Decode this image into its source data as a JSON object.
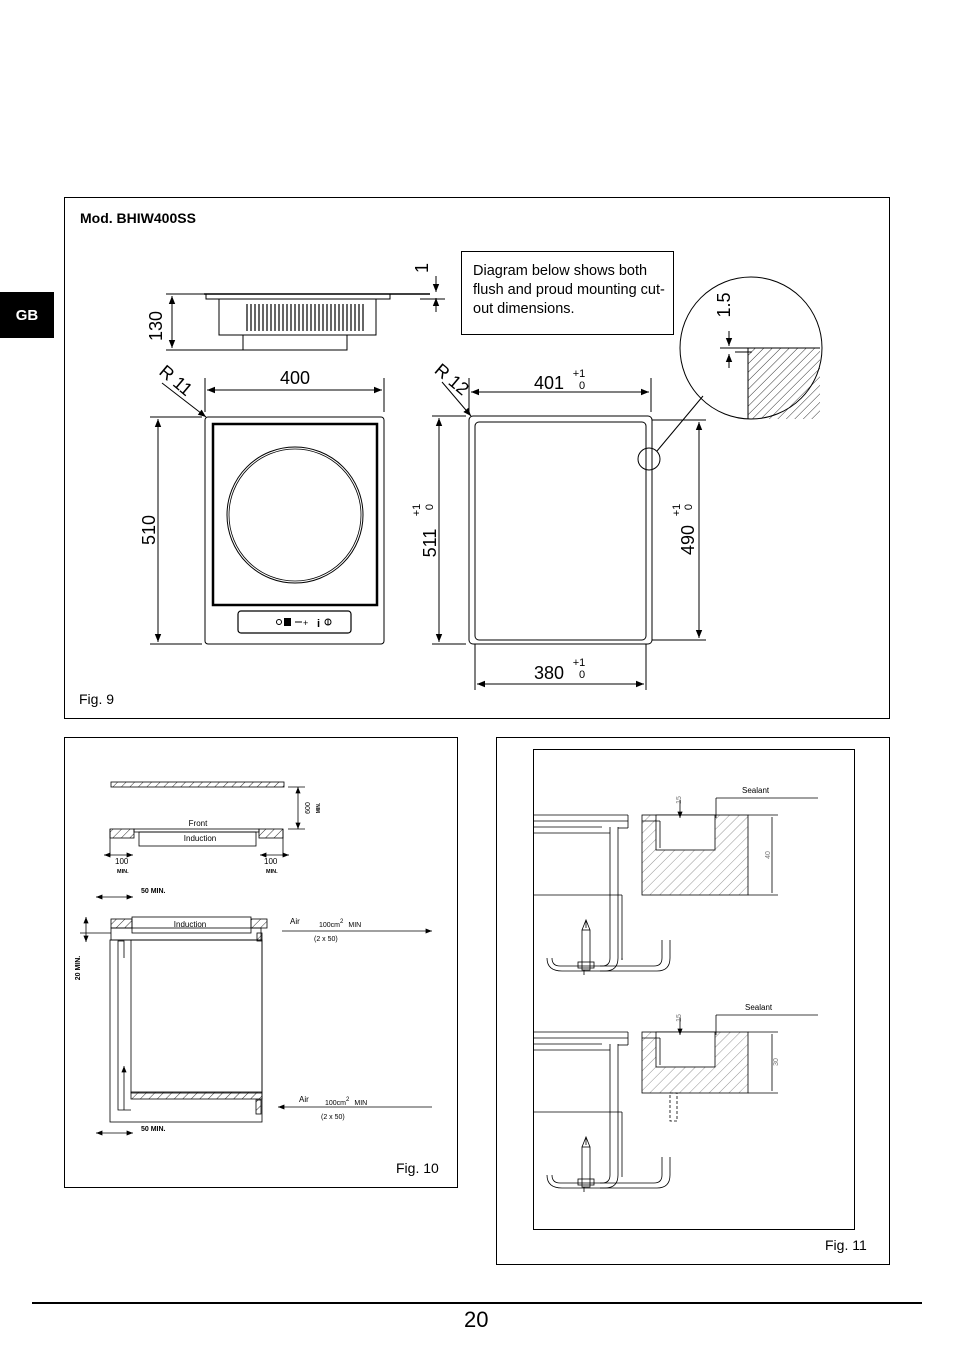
{
  "side_tab": "GB",
  "fig9": {
    "model": "Mod. BHIW400SS",
    "callout": "Diagram below shows both flush and proud mounting cut-out dimensions.",
    "caption": "Fig. 9",
    "dims": {
      "top_thickness": "1",
      "height": "130",
      "width": "400",
      "depth": "510",
      "radius_hob": "R 11",
      "radius_cut": "R 12",
      "cut_width": "401",
      "cut_depth": "511",
      "inner_depth": "490",
      "inner_width": "380",
      "tol_plus": "+1",
      "tol_zero": "0",
      "detail_step": "1.5"
    }
  },
  "fig10": {
    "caption": "Fig. 10",
    "front": "Front",
    "induction": "Induction",
    "gap_100": "100",
    "min_word": "MIN.",
    "h600": "600",
    "h600_min": "MIN.",
    "min50": "50 MIN.",
    "min20": "20 MIN.",
    "air": "Air",
    "vent_area": "100cm",
    "vent_sup": "2",
    "vent_min": "MIN",
    "vent_split": "(2  x  50)"
  },
  "fig11": {
    "caption": "Fig. 11",
    "sealant": "Sealant",
    "dim_15": "15",
    "dim_40": "40",
    "dim_30": "30"
  },
  "page_number": "20"
}
